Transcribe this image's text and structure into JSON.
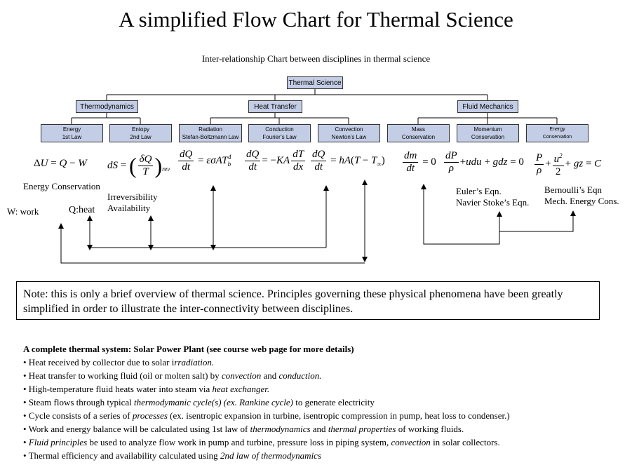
{
  "title": "A simplified Flow Chart for Thermal Science",
  "subtitle": "Inter-relationship Chart between disciplines in thermal science",
  "root": "Thermal Science",
  "branches": [
    "Thermodynamics",
    "Heat Transfer",
    "Fluid Mechanics"
  ],
  "leaves": [
    [
      "Energy",
      "1st Law"
    ],
    [
      "Entopy",
      "2nd Law"
    ],
    [
      "Radiation",
      "Stefan-Boltzmann Law"
    ],
    [
      "Conduction",
      "Fourier’s Law"
    ],
    [
      "Convection",
      "Newton’s Law"
    ],
    [
      "Mass",
      "Conservation"
    ],
    [
      "Momentum",
      "Conservation"
    ],
    [
      "Energy",
      "Conservation"
    ]
  ],
  "labels": {
    "energy_conservation": "Energy Conservation",
    "irreversibility": "Irreversibility",
    "availability": "Availability",
    "w_work": "W:  work",
    "q_heat": "Q:heat",
    "euler": "Euler’s Eqn.",
    "navier": "Navier Stoke’s Eqn.",
    "bernoulli": "Bernoulli’s Eqn",
    "mech_energy": "Mech. Energy Cons."
  },
  "note": "Note: this is only a brief overview of thermal science.  Principles governing these physical phenomena have been greatly simplified in order to illustrate the inter-connectivity between disciplines.",
  "system": {
    "heading": "A complete thermal system: Solar Power Plant (see course web page for more details)",
    "bullets": [
      [
        {
          "t": "• Heat received by collector due to solar i"
        },
        {
          "t": "rradiation.",
          "i": true
        }
      ],
      [
        {
          "t": "• Heat transfer to working fluid (oil or molten salt) by "
        },
        {
          "t": "convection",
          "i": true
        },
        {
          "t": " and "
        },
        {
          "t": "conduction.",
          "i": true
        }
      ],
      [
        {
          "t": "• High-temperature fluid heats water into steam via "
        },
        {
          "t": "heat exchanger.",
          "i": true
        }
      ],
      [
        {
          "t": "• Steam flows through typical "
        },
        {
          "t": "thermodymanic cycle(s) (ex. Rankine cycle)",
          "i": true
        },
        {
          "t": " to generate electricity"
        }
      ],
      [
        {
          "t": "• Cycle consists of a series of "
        },
        {
          "t": "processes",
          "i": true
        },
        {
          "t": " (ex. isentropic expansion in turbine, isentropic compression in pump, heat loss to condenser.)"
        }
      ],
      [
        {
          "t": "• Work and energy balance will be calculated using 1st law of "
        },
        {
          "t": "thermodynamics",
          "i": true
        },
        {
          "t": " and "
        },
        {
          "t": "thermal properties",
          "i": true
        },
        {
          "t": " of working fluids."
        }
      ],
      [
        {
          "t": "• "
        },
        {
          "t": "Fluid principles",
          "i": true
        },
        {
          "t": " be used to analyze flow work in pump and turbine, pressure loss in piping system, "
        },
        {
          "t": "convection",
          "i": true
        },
        {
          "t": " in solar collectors."
        }
      ],
      [
        {
          "t": "• Thermal efficiency and availability calculated using "
        },
        {
          "t": "2nd law of thermodynamics",
          "i": true
        }
      ]
    ]
  },
  "colors": {
    "box_fill": "#c3cde6",
    "line": "#000000"
  }
}
